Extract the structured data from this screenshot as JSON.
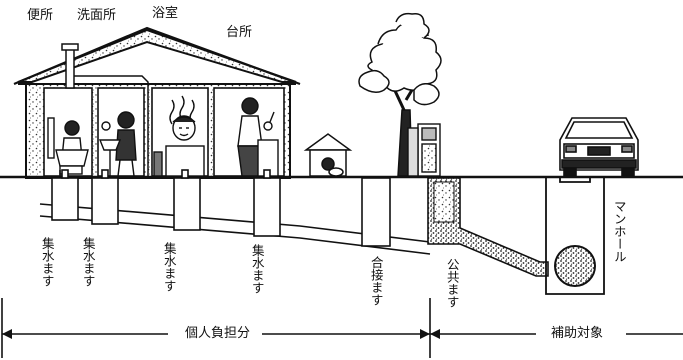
{
  "rooms": {
    "toilet": "便所",
    "washroom": "洗面所",
    "bathroom": "浴室",
    "kitchen": "台所"
  },
  "boxes": {
    "collect_1": "集水ます",
    "collect_2": "集水ます",
    "collect_3": "集水ます",
    "collect_4": "集水ます",
    "junction": "合接ます",
    "public": "公共ます"
  },
  "manhole": "マンホール",
  "ranges": {
    "private": "個人負担分",
    "subsidy": "補助対象"
  }
}
